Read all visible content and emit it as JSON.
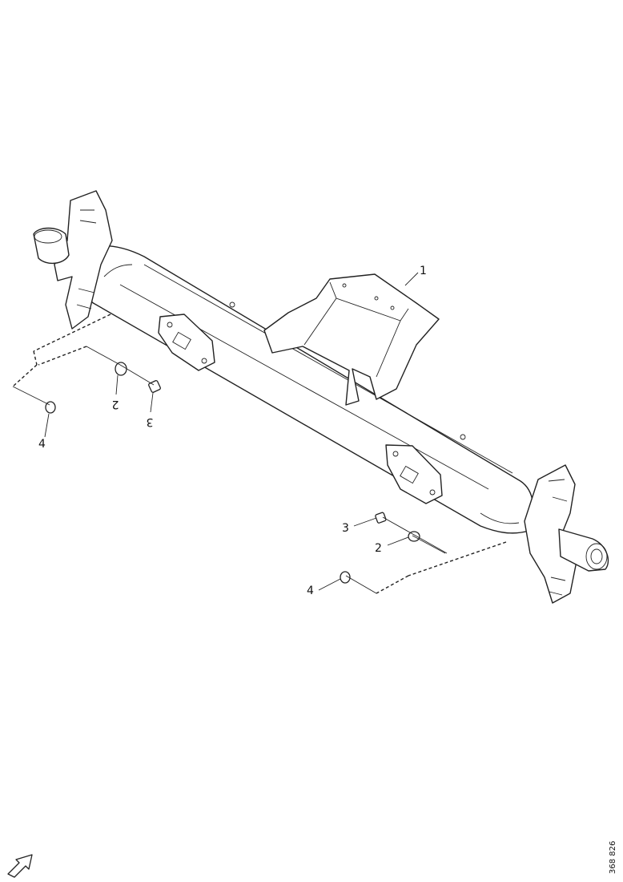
{
  "diagram": {
    "callouts": {
      "part_1": "1",
      "part_2_left": "2",
      "part_3_left": "3",
      "part_4_left": "4",
      "part_2_right": "2",
      "part_3_right": "3",
      "part_4_right": "4"
    },
    "reference_number": "368 826",
    "icons": {
      "direction_arrow": "forward-arrow-icon"
    }
  }
}
